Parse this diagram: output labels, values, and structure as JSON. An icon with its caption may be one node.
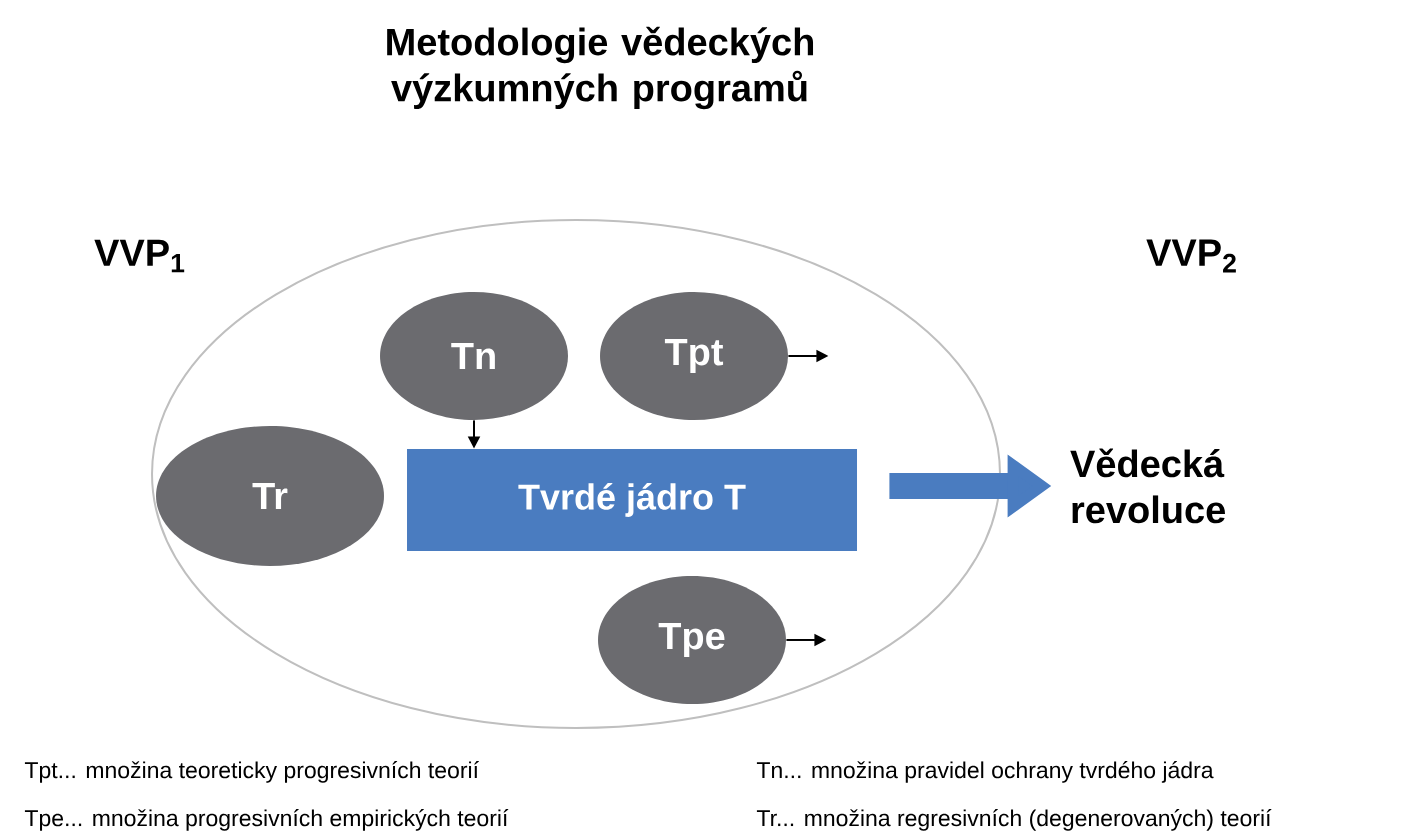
{
  "diagram": {
    "title": "Metodologie vědeckých výzkumných programů",
    "nodes": [
      {
        "text": [],
        "shape": "circle"
      },
      {
        "text": [
          "Tn"
        ],
        "in": 0
      },
      {
        "text": [
          "Tpt"
        ],
        "in": 0
      },
      {
        "text": [
          "Tr"
        ],
        "in": 0
      },
      {
        "text": [
          "Tvrdé jádro T"
        ],
        "in": 0
      },
      {
        "text": [
          "Tpe"
        ],
        "in": 0
      },
      {
        "text": [
          "Vědecká revoluce"
        ]
      }
    ],
    "edges": [
      {
        "from": 1,
        "to": 4,
        "arrow": "to"
      },
      {
        "from": 2,
        "to": null,
        "arrow": "to"
      },
      {
        "from": 5,
        "to": null,
        "arrow": "to"
      },
      {
        "from": 4,
        "to": 6,
        "arrow": "to",
        "style": "thick",
        "color": "#4a7cc0"
      }
    ],
    "labels": [
      "VVP$_{1}$",
      "VVP$_{2}$",
      "Tpt... množina teoreticky progresivních teorií",
      "Tn... množina pravidel ochrany tvrdého jádra",
      "Tpe... množina progresivních empirických teorií",
      "Tr... množina regresivních (degenerovaných) teorií"
    ]
  }
}
